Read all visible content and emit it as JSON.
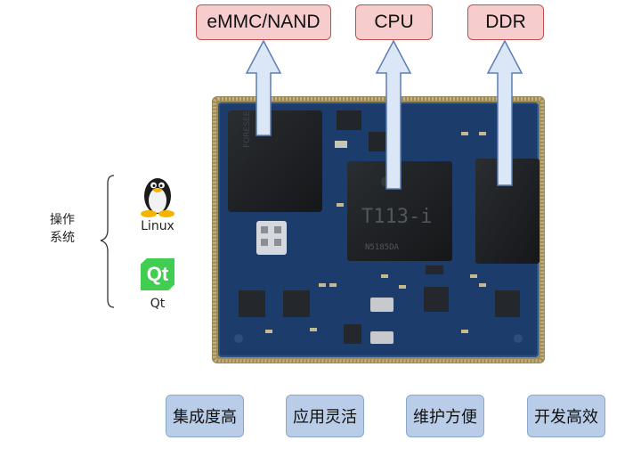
{
  "top_boxes": [
    {
      "label": "eMMC/NAND"
    },
    {
      "label": "CPU"
    },
    {
      "label": "DDR"
    }
  ],
  "chip": {
    "cpu_marking": "T113-i",
    "cpu_sub_marking": "N5185DA"
  },
  "os": {
    "heading_line1": "操作",
    "heading_line2": "系统",
    "items": [
      {
        "label": "Linux",
        "icon": "tux-penguin-icon"
      },
      {
        "label": "Qt",
        "icon": "qt-logo-icon",
        "logo_text": "Qt",
        "color": "#41cd52"
      }
    ]
  },
  "features": [
    {
      "label": "集成度高"
    },
    {
      "label": "应用灵活"
    },
    {
      "label": "维护方便"
    },
    {
      "label": "开发高效"
    }
  ],
  "colors": {
    "top_box_fill": "#f7cccc",
    "top_box_border": "#c0504d",
    "arrow_fill": "#dbe7f6",
    "arrow_stroke": "#5a7fb5",
    "feature_fill": "#b9cde8",
    "pcb": "#1c3d6c"
  }
}
